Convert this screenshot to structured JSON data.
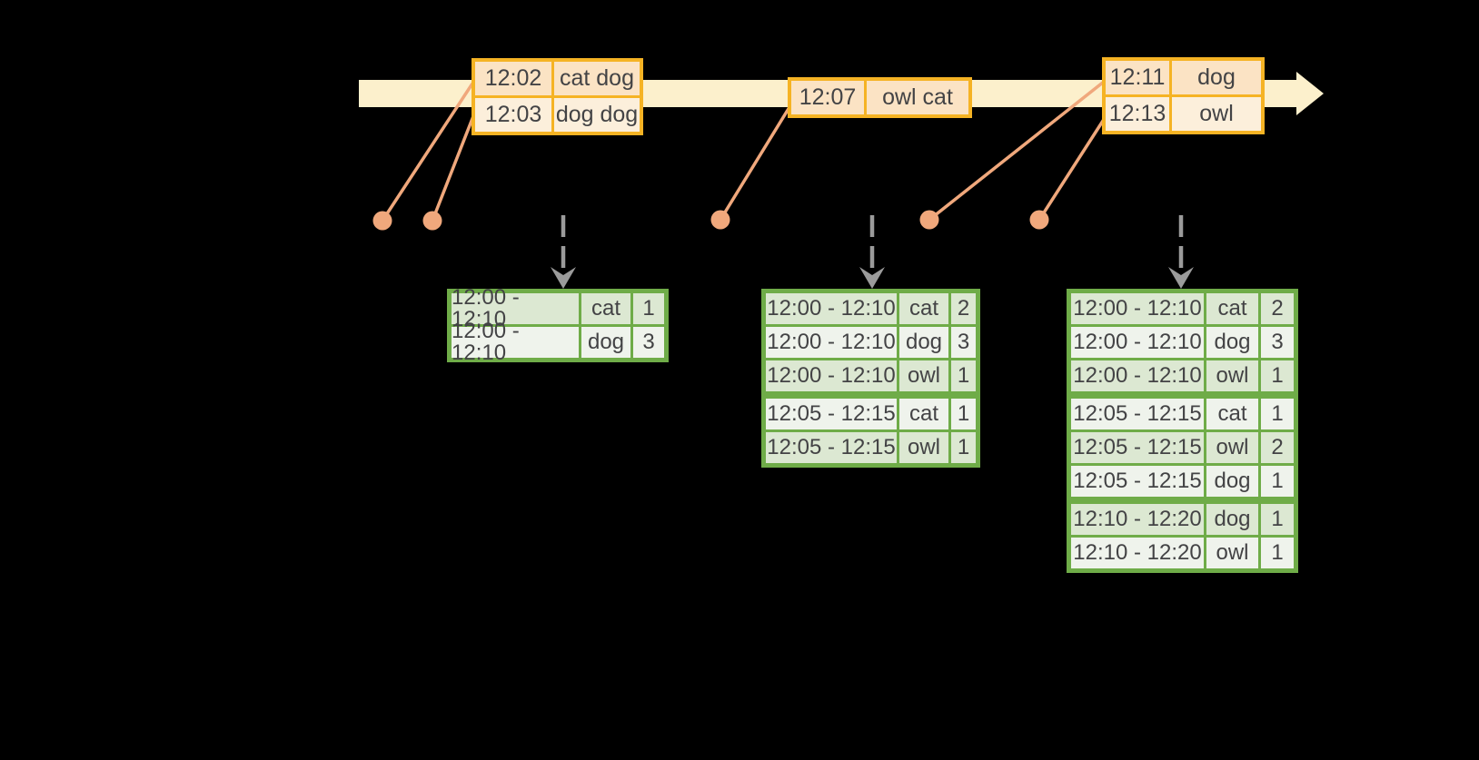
{
  "background": "#000000",
  "colors": {
    "background": "#000000",
    "timeline_fill": "#fcf0cc",
    "event_border": "#f5b324",
    "event_row_dark": "#fbe3c4",
    "event_row_light": "#fcefdb",
    "connector": "#f0a87c",
    "result_border": "#6fac48",
    "result_row_dark": "#dce8d2",
    "result_row_light": "#eff3ec",
    "arrow_gray": "#9b9b9b",
    "text": "#434345"
  },
  "timeline": {
    "event_tables": [
      {
        "rows": [
          {
            "time": "12:02",
            "words": "cat dog"
          },
          {
            "time": "12:03",
            "words": "dog dog"
          }
        ]
      },
      {
        "rows": [
          {
            "time": "12:07",
            "words": "owl cat"
          }
        ]
      },
      {
        "rows": [
          {
            "time": "12:11",
            "words": "dog"
          },
          {
            "time": "12:13",
            "words": "owl"
          }
        ]
      }
    ]
  },
  "result_tables": [
    {
      "rows": [
        {
          "window": "12:00 - 12:10",
          "word": "cat",
          "count": "1"
        },
        {
          "window": "12:00 - 12:10",
          "word": "dog",
          "count": "3"
        }
      ]
    },
    {
      "rows": [
        {
          "window": "12:00 - 12:10",
          "word": "cat",
          "count": "2"
        },
        {
          "window": "12:00 - 12:10",
          "word": "dog",
          "count": "3"
        },
        {
          "window": "12:00 - 12:10",
          "word": "owl",
          "count": "1"
        },
        {
          "window": "12:05 - 12:15",
          "word": "cat",
          "count": "1"
        },
        {
          "window": "12:05 - 12:15",
          "word": "owl",
          "count": "1"
        }
      ]
    },
    {
      "rows": [
        {
          "window": "12:00 - 12:10",
          "word": "cat",
          "count": "2"
        },
        {
          "window": "12:00 - 12:10",
          "word": "dog",
          "count": "3"
        },
        {
          "window": "12:00 - 12:10",
          "word": "owl",
          "count": "1"
        },
        {
          "window": "12:05 - 12:15",
          "word": "cat",
          "count": "1"
        },
        {
          "window": "12:05 - 12:15",
          "word": "owl",
          "count": "2"
        },
        {
          "window": "12:05 - 12:15",
          "word": "dog",
          "count": "1"
        },
        {
          "window": "12:10 - 12:20",
          "word": "dog",
          "count": "1"
        },
        {
          "window": "12:10 - 12:20",
          "word": "owl",
          "count": "1"
        }
      ]
    }
  ]
}
